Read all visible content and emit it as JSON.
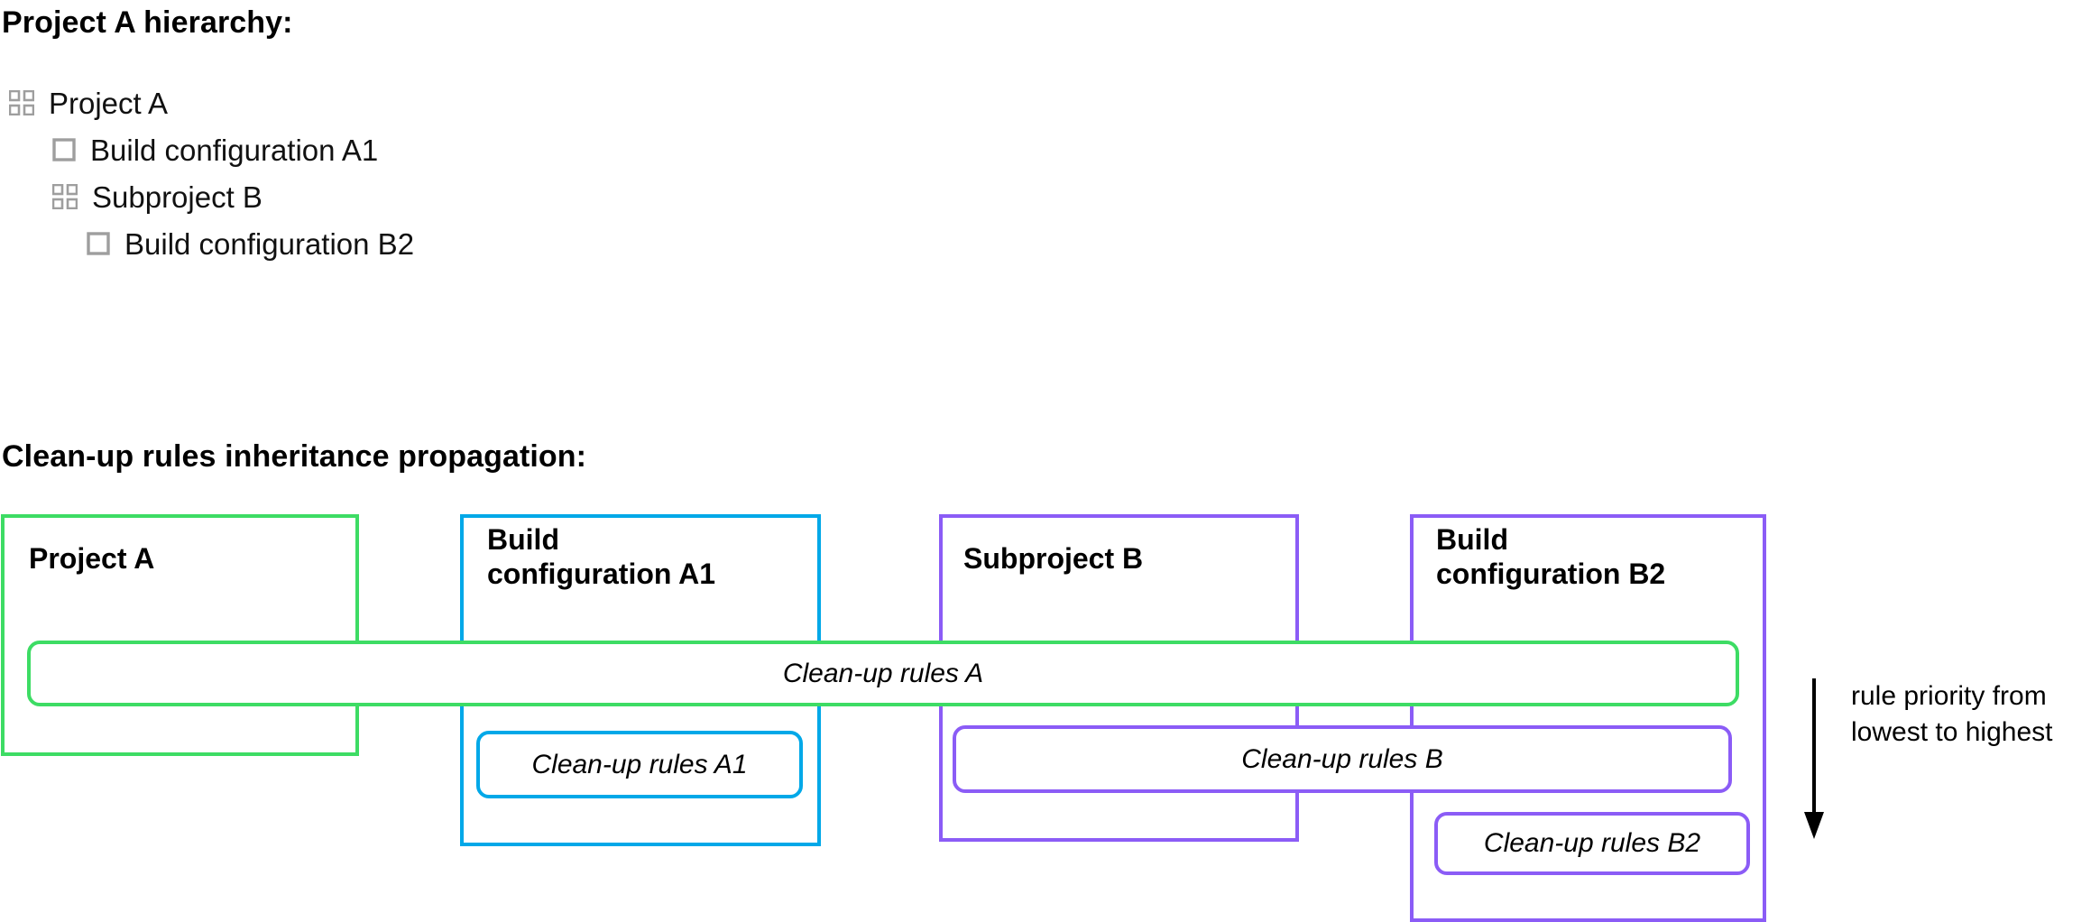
{
  "headings": {
    "hierarchy": "Project A hierarchy:",
    "propagation": "Clean-up rules inheritance propagation:"
  },
  "hierarchy_tree": [
    {
      "label": "Project A",
      "icon": "project-icon",
      "depth": 0
    },
    {
      "label": "Build configuration A1",
      "icon": "build-type-icon",
      "depth": 1
    },
    {
      "label": "Subproject B",
      "icon": "project-icon",
      "depth": 1
    },
    {
      "label": "Build configuration B2",
      "icon": "build-type-icon",
      "depth": 2
    }
  ],
  "diagram": {
    "entities": [
      {
        "id": "project-a",
        "title": "Project A",
        "color": "#3ddc64"
      },
      {
        "id": "build-config-a1",
        "title": "Build\nconfiguration A1",
        "color": "#00a8e8"
      },
      {
        "id": "subproject-b",
        "title": "Subproject B",
        "color": "#8b5cf6"
      },
      {
        "id": "build-config-b2",
        "title": "Build\nconfiguration B2",
        "color": "#8b5cf6"
      }
    ],
    "rules": [
      {
        "id": "rules-a",
        "label": "Clean-up rules A",
        "color": "#3ddc64"
      },
      {
        "id": "rules-a1",
        "label": "Clean-up rules A1",
        "color": "#00a8e8"
      },
      {
        "id": "rules-b",
        "label": "Clean-up rules B",
        "color": "#8b5cf6"
      },
      {
        "id": "rules-b2",
        "label": "Clean-up rules B2",
        "color": "#8b5cf6"
      }
    ],
    "priority_caption": "rule priority from lowest to highest",
    "arrow_direction": "down"
  },
  "colors": {
    "project_green": "#3ddc64",
    "build_blue": "#00a8e8",
    "subproject_purple": "#8b5cf6",
    "tree_icon_gray": "#9e9e9e",
    "text_black": "#000000",
    "background": "#ffffff"
  }
}
